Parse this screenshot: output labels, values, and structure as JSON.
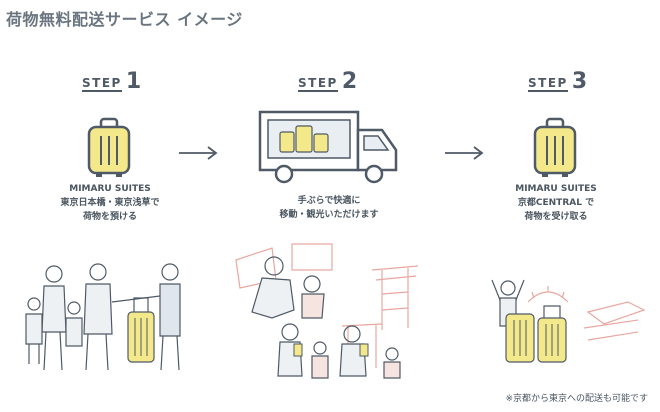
{
  "header": {
    "title": "荷物無料配送サービス イメージ"
  },
  "steps": [
    {
      "word": "STEP",
      "number": "1",
      "caption": [
        "MIMARU SUITES",
        "東京日本橋・東京浅草で",
        "荷物を預ける"
      ]
    },
    {
      "word": "STEP",
      "number": "2",
      "caption": [
        "手ぶらで快適に",
        "移動・観光いただけます"
      ]
    },
    {
      "word": "STEP",
      "number": "3",
      "caption": [
        "MIMARU SUITES",
        "京都CENTRAL で",
        "荷物を受け取る"
      ]
    }
  ],
  "footer": {
    "note": "※京都から東京への配送も可能です"
  },
  "colors": {
    "luggage": "#f4e98a",
    "line": "#4f5a66",
    "accent": "#e8a7a0"
  }
}
